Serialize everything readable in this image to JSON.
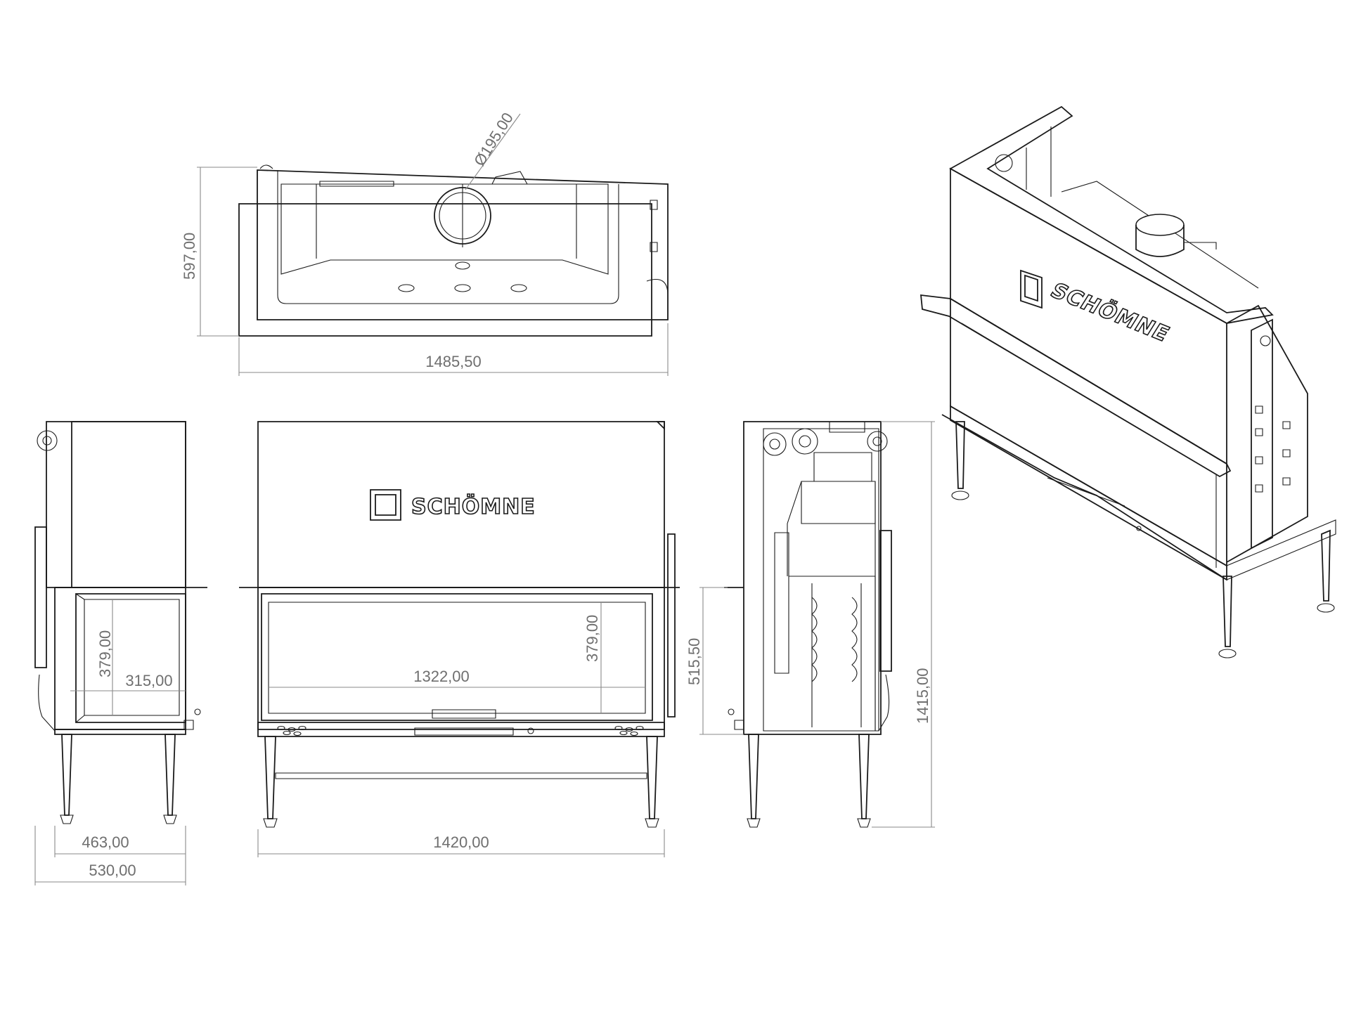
{
  "brand": {
    "name": "SCHÖMNE"
  },
  "dimensions": {
    "top_view": {
      "flue_diameter": "Ø195,00",
      "depth": "597,00",
      "width": "1485,50"
    },
    "side_left": {
      "glass_height": "379,00",
      "glass_depth": "315,00",
      "base_depth": "463,00",
      "total_depth": "530,00"
    },
    "front": {
      "glass_height": "379,00",
      "glass_width": "1322,00",
      "total_width": "1420,00"
    },
    "side_right": {
      "floor_to_glass": "515,50",
      "total_height": "1415,00"
    }
  },
  "colors": {
    "line": "#1b1b1b",
    "dimension": "#8a8a8a",
    "dimension_text": "#6f6f6f",
    "background": "#ffffff"
  }
}
